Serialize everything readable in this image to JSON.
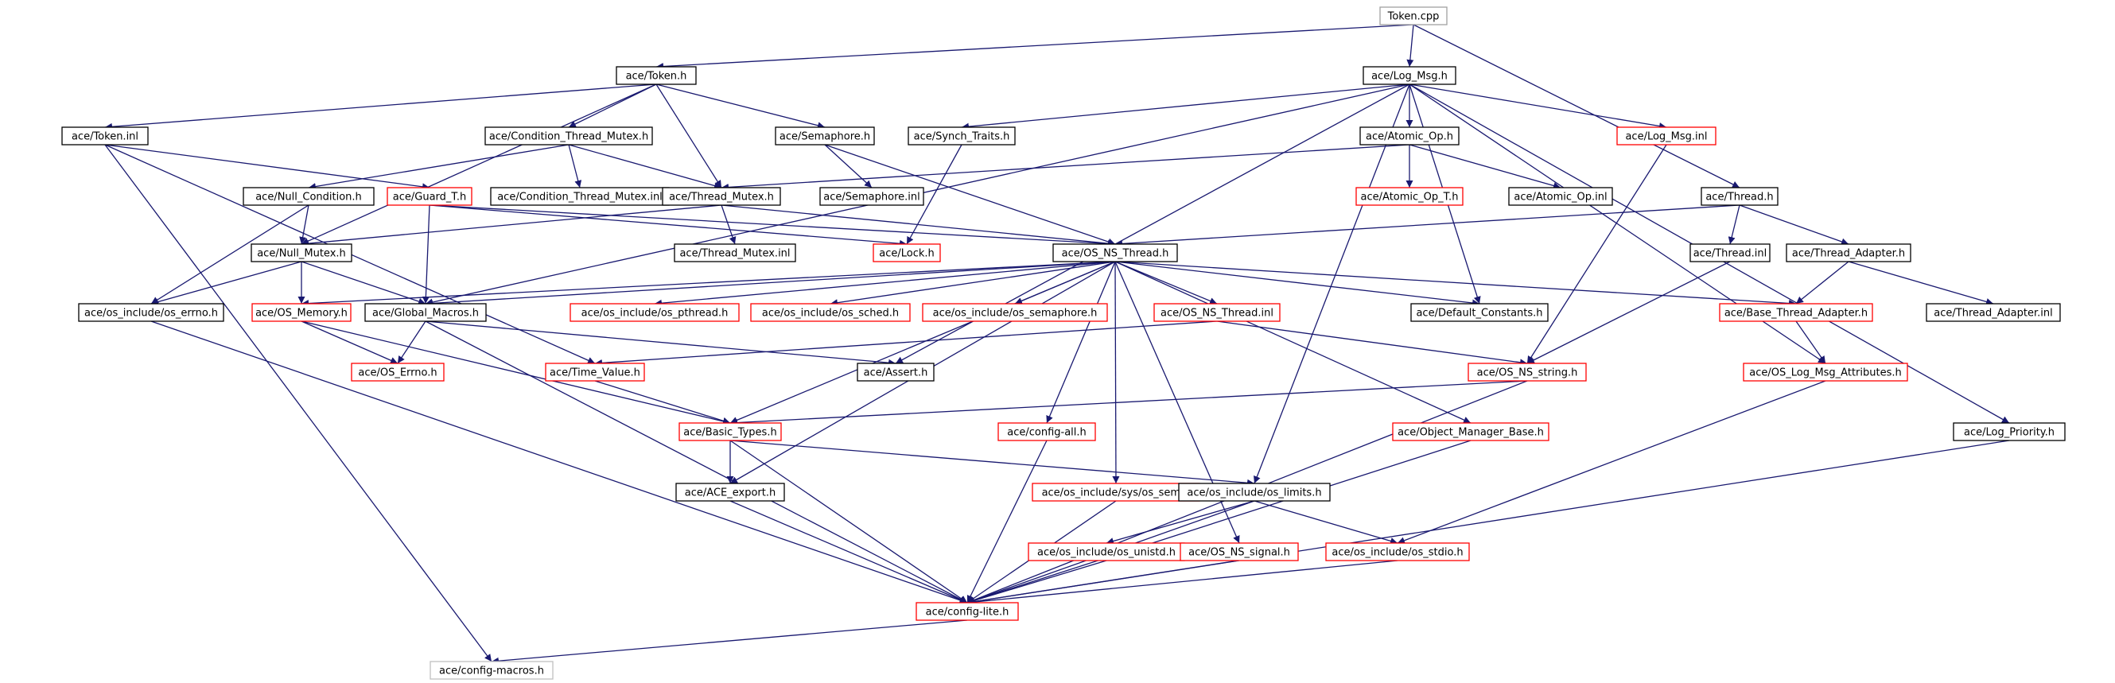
{
  "colors": {
    "edge": "#191970",
    "border_default": "#000000",
    "border_external": "#ff0000",
    "border_root": "#a0a0a0",
    "root_fill": "#c0c0c0",
    "gray_border": "#c0c0c0"
  },
  "nodes": [
    {
      "id": "token_cpp",
      "label": "Token.cpp",
      "style": "root"
    },
    {
      "id": "token_h",
      "label": "ace/Token.h",
      "style": "default"
    },
    {
      "id": "log_msg_h",
      "label": "ace/Log_Msg.h",
      "style": "default"
    },
    {
      "id": "token_inl",
      "label": "ace/Token.inl",
      "style": "default"
    },
    {
      "id": "cond_thread_mutex_h",
      "label": "ace/Condition_Thread_Mutex.h",
      "style": "default"
    },
    {
      "id": "semaphore_h",
      "label": "ace/Semaphore.h",
      "style": "default"
    },
    {
      "id": "synch_traits_h",
      "label": "ace/Synch_Traits.h",
      "style": "default"
    },
    {
      "id": "atomic_op_h",
      "label": "ace/Atomic_Op.h",
      "style": "default"
    },
    {
      "id": "log_msg_inl",
      "label": "ace/Log_Msg.inl",
      "style": "external"
    },
    {
      "id": "thread_h",
      "label": "ace/Thread.h",
      "style": "default"
    },
    {
      "id": "null_condition_h",
      "label": "ace/Null_Condition.h",
      "style": "default"
    },
    {
      "id": "guard_t_h",
      "label": "ace/Guard_T.h",
      "style": "external"
    },
    {
      "id": "cond_thread_mutex_inl",
      "label": "ace/Condition_Thread_Mutex.inl",
      "style": "default"
    },
    {
      "id": "thread_mutex_h",
      "label": "ace/Thread_Mutex.h",
      "style": "default"
    },
    {
      "id": "semaphore_inl",
      "label": "ace/Semaphore.inl",
      "style": "default"
    },
    {
      "id": "atomic_op_t_h",
      "label": "ace/Atomic_Op_T.h",
      "style": "external"
    },
    {
      "id": "atomic_op_inl",
      "label": "ace/Atomic_Op.inl",
      "style": "default"
    },
    {
      "id": "null_mutex_h",
      "label": "ace/Null_Mutex.h",
      "style": "default"
    },
    {
      "id": "thread_mutex_inl",
      "label": "ace/Thread_Mutex.inl",
      "style": "default"
    },
    {
      "id": "lock_h",
      "label": "ace/Lock.h",
      "style": "external"
    },
    {
      "id": "os_ns_thread_h",
      "label": "ace/OS_NS_Thread.h",
      "style": "default"
    },
    {
      "id": "thread_inl",
      "label": "ace/Thread.inl",
      "style": "default"
    },
    {
      "id": "thread_adapter_h",
      "label": "ace/Thread_Adapter.h",
      "style": "default"
    },
    {
      "id": "os_errno_h",
      "label": "ace/os_include/os_errno.h",
      "style": "default"
    },
    {
      "id": "os_memory_h",
      "label": "ace/OS_Memory.h",
      "style": "external"
    },
    {
      "id": "global_macros_h",
      "label": "ace/Global_Macros.h",
      "style": "default"
    },
    {
      "id": "os_pthread_h",
      "label": "ace/os_include/os_pthread.h",
      "style": "external"
    },
    {
      "id": "os_sched_h",
      "label": "ace/os_include/os_sched.h",
      "style": "external"
    },
    {
      "id": "os_semaphore_h",
      "label": "ace/os_include/os_semaphore.h",
      "style": "external"
    },
    {
      "id": "os_ns_thread_inl",
      "label": "ace/OS_NS_Thread.inl",
      "style": "external"
    },
    {
      "id": "default_constants_h",
      "label": "ace/Default_Constants.h",
      "style": "default"
    },
    {
      "id": "base_thread_adapter_h",
      "label": "ace/Base_Thread_Adapter.h",
      "style": "external"
    },
    {
      "id": "thread_adapter_inl",
      "label": "ace/Thread_Adapter.inl",
      "style": "default"
    },
    {
      "id": "os_errno_ace_h",
      "label": "ace/OS_Errno.h",
      "style": "external"
    },
    {
      "id": "time_value_h",
      "label": "ace/Time_Value.h",
      "style": "external"
    },
    {
      "id": "assert_h",
      "label": "ace/Assert.h",
      "style": "default"
    },
    {
      "id": "os_ns_string_h",
      "label": "ace/OS_NS_string.h",
      "style": "external"
    },
    {
      "id": "os_log_msg_attr_h",
      "label": "ace/OS_Log_Msg_Attributes.h",
      "style": "external"
    },
    {
      "id": "basic_types_h",
      "label": "ace/Basic_Types.h",
      "style": "external"
    },
    {
      "id": "config_all_h",
      "label": "ace/config-all.h",
      "style": "external"
    },
    {
      "id": "object_manager_base_h",
      "label": "ace/Object_Manager_Base.h",
      "style": "external"
    },
    {
      "id": "log_priority_h",
      "label": "ace/Log_Priority.h",
      "style": "default"
    },
    {
      "id": "ace_export_h",
      "label": "ace/ACE_export.h",
      "style": "default"
    },
    {
      "id": "os_sys_sem_h",
      "label": "ace/os_include/sys/os_sem.h",
      "style": "external"
    },
    {
      "id": "os_limits_h",
      "label": "ace/os_include/os_limits.h",
      "style": "default"
    },
    {
      "id": "os_unistd_h",
      "label": "ace/os_include/os_unistd.h",
      "style": "external"
    },
    {
      "id": "os_ns_signal_h",
      "label": "ace/OS_NS_signal.h",
      "style": "external"
    },
    {
      "id": "os_stdio_h",
      "label": "ace/os_include/os_stdio.h",
      "style": "external"
    },
    {
      "id": "config_lite_h",
      "label": "ace/config-lite.h",
      "style": "external"
    },
    {
      "id": "config_macros_h",
      "label": "ace/config-macros.h",
      "style": "gray"
    }
  ],
  "edges": [
    [
      "token_cpp",
      "token_h"
    ],
    [
      "token_cpp",
      "log_msg_h"
    ],
    [
      "token_cpp",
      "thread_h"
    ],
    [
      "token_h",
      "token_inl"
    ],
    [
      "token_h",
      "cond_thread_mutex_h"
    ],
    [
      "token_h",
      "semaphore_h"
    ],
    [
      "token_h",
      "thread_mutex_h"
    ],
    [
      "token_h",
      "null_mutex_h"
    ],
    [
      "token_inl",
      "guard_t_h"
    ],
    [
      "token_inl",
      "time_value_h"
    ],
    [
      "token_inl",
      "config_macros_h"
    ],
    [
      "cond_thread_mutex_h",
      "null_condition_h"
    ],
    [
      "cond_thread_mutex_h",
      "cond_thread_mutex_inl"
    ],
    [
      "cond_thread_mutex_h",
      "thread_mutex_h"
    ],
    [
      "semaphore_h",
      "semaphore_inl"
    ],
    [
      "semaphore_h",
      "os_ns_thread_h"
    ],
    [
      "log_msg_h",
      "synch_traits_h"
    ],
    [
      "log_msg_h",
      "atomic_op_h"
    ],
    [
      "log_msg_h",
      "log_msg_inl"
    ],
    [
      "log_msg_h",
      "default_constants_h"
    ],
    [
      "log_msg_h",
      "os_log_msg_attr_h"
    ],
    [
      "log_msg_h",
      "log_priority_h"
    ],
    [
      "log_msg_h",
      "global_macros_h"
    ],
    [
      "log_msg_h",
      "assert_h"
    ],
    [
      "log_msg_h",
      "os_limits_h"
    ],
    [
      "synch_traits_h",
      "lock_h"
    ],
    [
      "atomic_op_h",
      "atomic_op_t_h"
    ],
    [
      "atomic_op_h",
      "atomic_op_inl"
    ],
    [
      "atomic_op_h",
      "thread_mutex_h"
    ],
    [
      "log_msg_inl",
      "os_ns_string_h"
    ],
    [
      "thread_h",
      "os_ns_thread_h"
    ],
    [
      "thread_h",
      "thread_inl"
    ],
    [
      "thread_h",
      "thread_adapter_h"
    ],
    [
      "null_condition_h",
      "null_mutex_h"
    ],
    [
      "null_condition_h",
      "os_errno_h"
    ],
    [
      "guard_t_h",
      "lock_h"
    ],
    [
      "guard_t_h",
      "global_macros_h"
    ],
    [
      "guard_t_h",
      "os_ns_thread_h"
    ],
    [
      "thread_mutex_h",
      "thread_mutex_inl"
    ],
    [
      "thread_mutex_h",
      "os_ns_thread_h"
    ],
    [
      "thread_mutex_h",
      "null_mutex_h"
    ],
    [
      "null_mutex_h",
      "os_errno_h"
    ],
    [
      "null_mutex_h",
      "os_memory_h"
    ],
    [
      "null_mutex_h",
      "global_macros_h"
    ],
    [
      "os_ns_thread_h",
      "os_memory_h"
    ],
    [
      "os_ns_thread_h",
      "global_macros_h"
    ],
    [
      "os_ns_thread_h",
      "os_pthread_h"
    ],
    [
      "os_ns_thread_h",
      "os_sched_h"
    ],
    [
      "os_ns_thread_h",
      "os_semaphore_h"
    ],
    [
      "os_ns_thread_h",
      "os_ns_thread_inl"
    ],
    [
      "os_ns_thread_h",
      "default_constants_h"
    ],
    [
      "os_ns_thread_h",
      "base_thread_adapter_h"
    ],
    [
      "os_ns_thread_h",
      "basic_types_h"
    ],
    [
      "os_ns_thread_h",
      "ace_export_h"
    ],
    [
      "os_ns_thread_h",
      "config_all_h"
    ],
    [
      "os_ns_thread_h",
      "os_sys_sem_h"
    ],
    [
      "os_ns_thread_h",
      "object_manager_base_h"
    ],
    [
      "os_ns_thread_h",
      "os_ns_signal_h"
    ],
    [
      "thread_inl",
      "os_ns_string_h"
    ],
    [
      "thread_adapter_h",
      "base_thread_adapter_h"
    ],
    [
      "thread_adapter_h",
      "thread_adapter_inl"
    ],
    [
      "os_errno_h",
      "config_lite_h"
    ],
    [
      "os_memory_h",
      "os_errno_ace_h"
    ],
    [
      "os_memory_h",
      "basic_types_h"
    ],
    [
      "global_macros_h",
      "os_errno_ace_h"
    ],
    [
      "global_macros_h",
      "assert_h"
    ],
    [
      "global_macros_h",
      "config_lite_h"
    ],
    [
      "os_ns_thread_inl",
      "os_ns_string_h"
    ],
    [
      "os_ns_thread_inl",
      "time_value_h"
    ],
    [
      "base_thread_adapter_h",
      "os_log_msg_attr_h"
    ],
    [
      "time_value_h",
      "basic_types_h"
    ],
    [
      "os_ns_string_h",
      "basic_types_h"
    ],
    [
      "os_ns_string_h",
      "config_lite_h"
    ],
    [
      "os_log_msg_attr_h",
      "os_stdio_h"
    ],
    [
      "basic_types_h",
      "ace_export_h"
    ],
    [
      "basic_types_h",
      "os_limits_h"
    ],
    [
      "basic_types_h",
      "config_lite_h"
    ],
    [
      "config_all_h",
      "config_lite_h"
    ],
    [
      "object_manager_base_h",
      "config_lite_h"
    ],
    [
      "log_priority_h",
      "config_lite_h"
    ],
    [
      "ace_export_h",
      "config_lite_h"
    ],
    [
      "os_sys_sem_h",
      "config_lite_h"
    ],
    [
      "os_limits_h",
      "os_unistd_h"
    ],
    [
      "os_limits_h",
      "os_stdio_h"
    ],
    [
      "os_limits_h",
      "config_lite_h"
    ],
    [
      "os_unistd_h",
      "config_lite_h"
    ],
    [
      "os_ns_signal_h",
      "config_lite_h"
    ],
    [
      "os_stdio_h",
      "config_lite_h"
    ],
    [
      "config_lite_h",
      "config_macros_h"
    ]
  ]
}
